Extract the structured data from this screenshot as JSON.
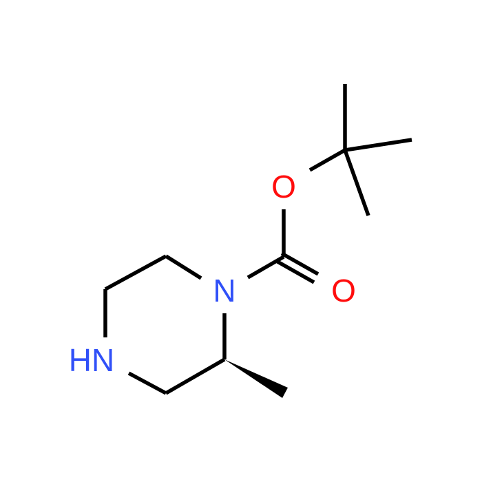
{
  "atoms": {
    "o_ether": {
      "label": "O"
    },
    "o_carbonyl": {
      "label": "O"
    },
    "n_ring": {
      "label": "N"
    },
    "nh_ring": {
      "label": "HN"
    }
  },
  "colors": {
    "bond": "#000000",
    "oxygen": "#ff0d0d",
    "nitrogen": "#3050f8",
    "background": "#ffffff"
  }
}
